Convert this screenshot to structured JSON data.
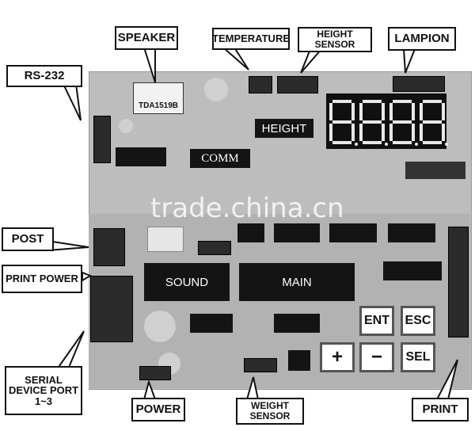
{
  "callouts": {
    "speaker": "SPEAKER",
    "temperature": "TEMPERATURE",
    "height_sensor": "HEIGHT SENSOR",
    "lampion": "LAMPION",
    "rs232": "RS-232",
    "post": "POST",
    "print_power": "PRINT POWER",
    "serial_device": "SERIAL DEVICE PORT 1~3",
    "power": "POWER",
    "weight_sensor": "WEIGHT SENSOR",
    "print": "PRINT"
  },
  "board": {
    "amp_chip": "TDA1519B",
    "comm_chip": "COMM",
    "height_chip": "HEIGHT",
    "sound_chip": "SOUND",
    "main_chip": "MAIN"
  },
  "keys": {
    "ent": "ENT",
    "esc": "ESC",
    "plus": "+",
    "minus": "−",
    "sel": "SEL"
  },
  "watermark": "trade.china.cn"
}
